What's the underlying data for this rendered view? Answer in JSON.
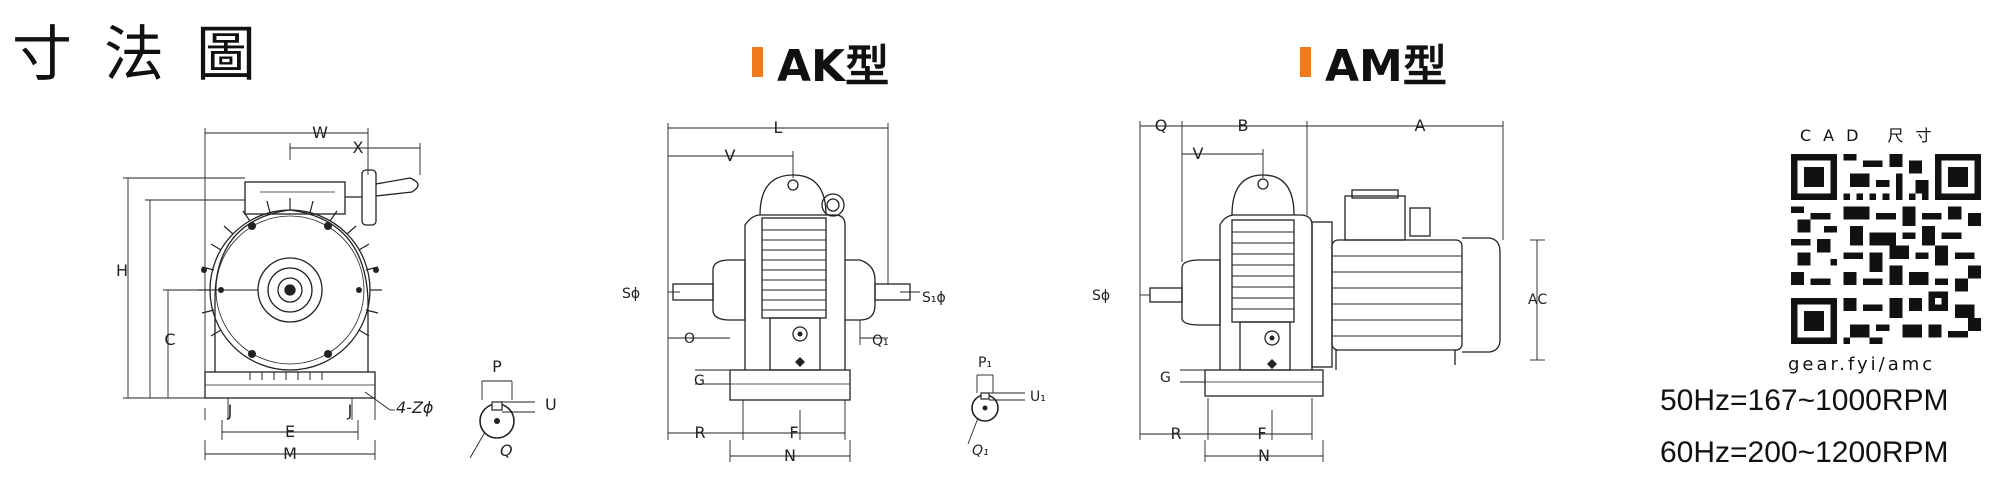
{
  "header": {
    "title": "寸法圖"
  },
  "models": [
    {
      "title": "AK型",
      "accent_color": "#f07a1e"
    },
    {
      "title": "AM型",
      "accent_color": "#f07a1e"
    }
  ],
  "front_view": {
    "labels": {
      "W": "W",
      "X": "X",
      "H": "H",
      "C": "C",
      "J_left": "J",
      "J_right": "J",
      "E": "E",
      "M": "M",
      "bolt": "4-Zϕ"
    },
    "shaft_detail": {
      "P": "P",
      "U": "U",
      "Q": "Q"
    }
  },
  "ak_view": {
    "labels": {
      "L": "L",
      "V": "V",
      "S": "Sϕ",
      "S1": "S₁ϕ",
      "O": "O",
      "Q1": "Q₁",
      "G": "G",
      "R": "R",
      "F": "F",
      "N": "N"
    },
    "shaft_detail": {
      "P1": "P₁",
      "U1": "U₁",
      "Q1": "Q₁"
    }
  },
  "am_view": {
    "labels": {
      "Q": "Q",
      "B": "B",
      "A": "A",
      "V": "V",
      "S": "Sϕ",
      "AC": "AC",
      "G": "G",
      "R": "R",
      "F": "F",
      "N": "N"
    }
  },
  "cad": {
    "label": "CAD 尺寸",
    "url_text": "gear.fyi/amc",
    "icon": "qr-code-icon"
  },
  "specs": {
    "hz50": "50Hz=167~1000RPM",
    "hz60": "60Hz=200~1200RPM"
  }
}
